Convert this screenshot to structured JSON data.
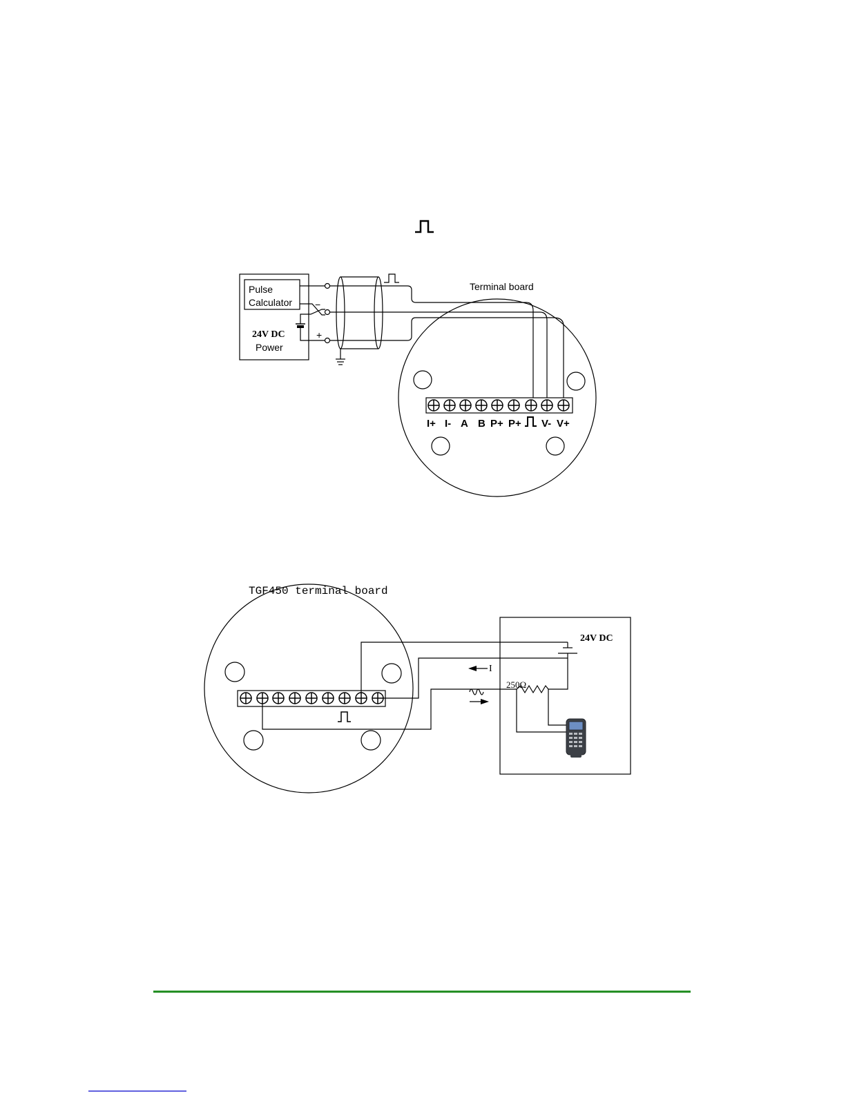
{
  "diagram1": {
    "pulse_calc_line1": "Pulse",
    "pulse_calc_line2": "Calculator",
    "power_line1": "24V DC",
    "power_line2": "Power",
    "minus_sign": "−",
    "plus_sign": "+",
    "terminal_board_label": "Terminal board",
    "terminal_labels": [
      "I+",
      "I-",
      "A",
      "B",
      "P+",
      "P+",
      "",
      "V-",
      "V+"
    ]
  },
  "diagram2": {
    "title": "TGF450 terminal board",
    "power_label": "24V DC",
    "current_label": "I",
    "resistor_label": "250Ω"
  },
  "colors": {
    "line": "#000000",
    "footer_rule": "#1a8a1a",
    "footer_link": "#0000cc"
  }
}
